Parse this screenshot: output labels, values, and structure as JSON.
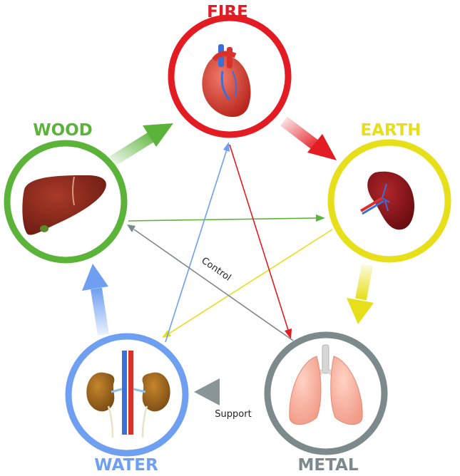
{
  "elements": {
    "fire": {
      "label": "FIRE",
      "color": "#e31b23",
      "organ": "heart-icon"
    },
    "earth": {
      "label": "EARTH",
      "color": "#e6df1a",
      "organ": "spleen-icon"
    },
    "metal": {
      "label": "METAL",
      "color": "#7d8a8c",
      "organ": "lungs-icon"
    },
    "water": {
      "label": "WATER",
      "color": "#6f9ff0",
      "organ": "kidneys-icon"
    },
    "wood": {
      "label": "WOOD",
      "color": "#5cb33a",
      "organ": "liver-icon"
    }
  },
  "annotations": {
    "control": "Control",
    "support": "Support"
  },
  "colors": {
    "control_gray": "#7d8a8c",
    "support_gray": "#9aa3a4"
  }
}
